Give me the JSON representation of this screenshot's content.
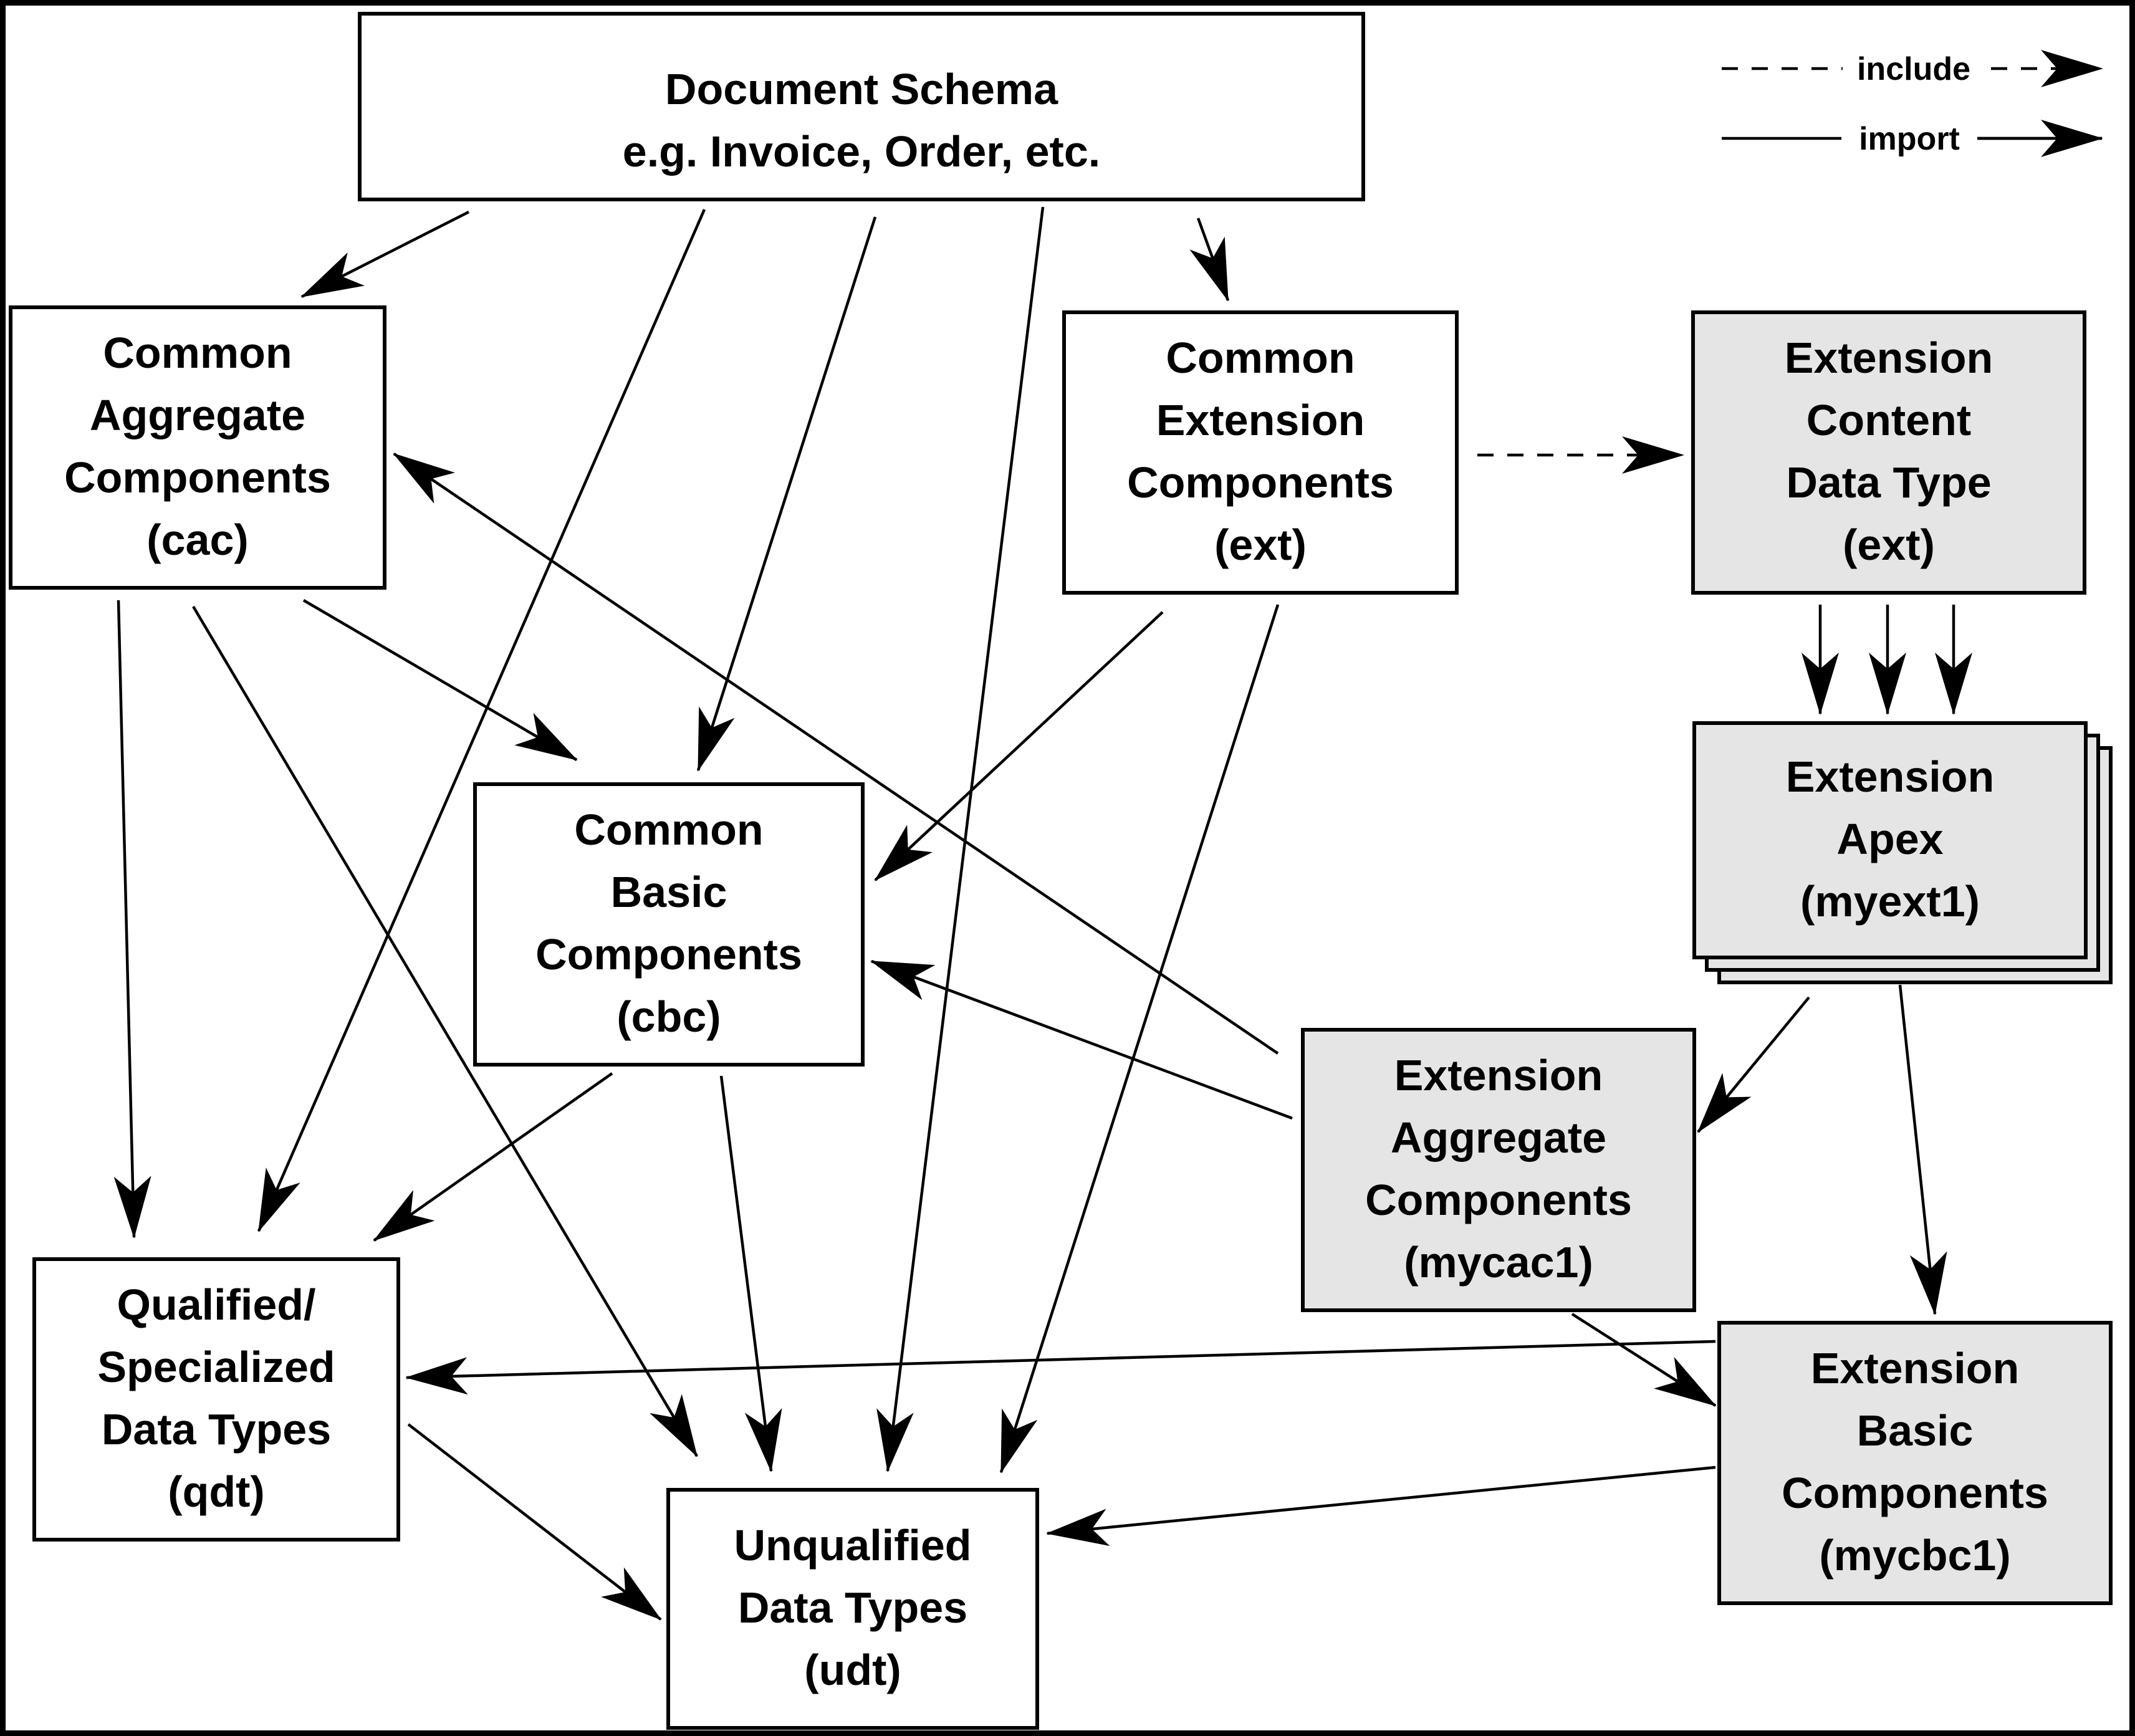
{
  "colors": {
    "background": "#ffffff",
    "line": "#000000",
    "extension_fill": "#e5e5e5"
  },
  "legend": {
    "include": "include",
    "import": "import"
  },
  "nodes": {
    "doc": {
      "lines": [
        "Document Schema",
        "e.g. Invoice, Order, etc."
      ],
      "style": "plain"
    },
    "cac": {
      "lines": [
        "Common",
        "Aggregate",
        "Components",
        "(cac)"
      ],
      "style": "plain"
    },
    "ext": {
      "lines": [
        "Common",
        "Extension",
        "Components",
        "(ext)"
      ],
      "style": "plain"
    },
    "ecdt": {
      "lines": [
        "Extension",
        "Content",
        "Data Type",
        "(ext)"
      ],
      "style": "extension"
    },
    "cbc": {
      "lines": [
        "Common",
        "Basic",
        "Components",
        "(cbc)"
      ],
      "style": "plain"
    },
    "apex": {
      "lines": [
        "Extension",
        "Apex",
        "(myext1)"
      ],
      "style": "extension",
      "stacked": true
    },
    "eac": {
      "lines": [
        "Extension",
        "Aggregate",
        "Components",
        "(mycac1)"
      ],
      "style": "extension"
    },
    "qdt": {
      "lines": [
        "Qualified/",
        "Specialized",
        "Data Types",
        "(qdt)"
      ],
      "style": "plain"
    },
    "udt": {
      "lines": [
        "Unqualified",
        "Data Types",
        "(udt)"
      ],
      "style": "plain"
    },
    "ebc": {
      "lines": [
        "Extension",
        "Basic",
        "Components",
        "(mycbc1)"
      ],
      "style": "extension"
    }
  },
  "edges": [
    {
      "from": "doc",
      "to": "cac",
      "kind": "import"
    },
    {
      "from": "doc",
      "to": "qdt",
      "kind": "import"
    },
    {
      "from": "doc",
      "to": "cbc",
      "kind": "import"
    },
    {
      "from": "doc",
      "to": "udt",
      "kind": "import"
    },
    {
      "from": "doc",
      "to": "ext",
      "kind": "import"
    },
    {
      "from": "cac",
      "to": "qdt",
      "kind": "import"
    },
    {
      "from": "cac",
      "to": "udt",
      "kind": "import"
    },
    {
      "from": "cac",
      "to": "cbc",
      "kind": "import"
    },
    {
      "from": "ext",
      "to": "ecdt",
      "kind": "include"
    },
    {
      "from": "ext",
      "to": "cbc",
      "kind": "import"
    },
    {
      "from": "ext",
      "to": "udt",
      "kind": "import"
    },
    {
      "from": "ecdt",
      "to": "apex",
      "kind": "import",
      "count": 3
    },
    {
      "from": "cbc",
      "to": "qdt",
      "kind": "import"
    },
    {
      "from": "cbc",
      "to": "udt",
      "kind": "import"
    },
    {
      "from": "eac",
      "to": "cac",
      "kind": "import"
    },
    {
      "from": "eac",
      "to": "cbc",
      "kind": "import"
    },
    {
      "from": "eac",
      "to": "ebc",
      "kind": "import"
    },
    {
      "from": "apex",
      "to": "eac",
      "kind": "import"
    },
    {
      "from": "apex",
      "to": "ebc",
      "kind": "import"
    },
    {
      "from": "ebc",
      "to": "qdt",
      "kind": "import"
    },
    {
      "from": "ebc",
      "to": "udt",
      "kind": "import"
    },
    {
      "from": "qdt",
      "to": "udt",
      "kind": "import"
    }
  ]
}
